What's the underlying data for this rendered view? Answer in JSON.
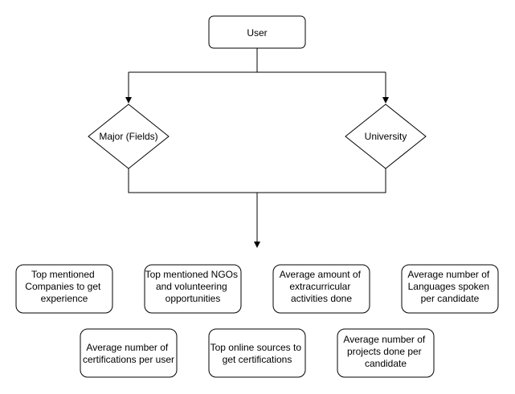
{
  "diagram": {
    "colors": {
      "stroke": "#000000",
      "fill": "#ffffff",
      "text": "#000000"
    },
    "root": {
      "lines": [
        "User"
      ]
    },
    "decisions": [
      {
        "id": "major",
        "lines": [
          "Major (Fields)"
        ]
      },
      {
        "id": "university",
        "lines": [
          "University"
        ]
      }
    ],
    "outputs": [
      {
        "id": "companies",
        "lines": [
          "Top mentioned",
          "Companies to get",
          "experience"
        ]
      },
      {
        "id": "ngos",
        "lines": [
          "Top mentioned NGOs",
          "and volunteering",
          "opportunities"
        ]
      },
      {
        "id": "extracurricular",
        "lines": [
          "Average amount of",
          "extracurricular",
          "activities done"
        ]
      },
      {
        "id": "languages",
        "lines": [
          "Average number of",
          "Languages spoken",
          "per candidate"
        ]
      },
      {
        "id": "certifications-count",
        "lines": [
          "Average number of",
          "certifications per user"
        ]
      },
      {
        "id": "cert-sources",
        "lines": [
          "Top online sources to",
          "get certifications"
        ]
      },
      {
        "id": "projects",
        "lines": [
          "Average number of",
          "projects done per",
          "candidate"
        ]
      }
    ]
  }
}
